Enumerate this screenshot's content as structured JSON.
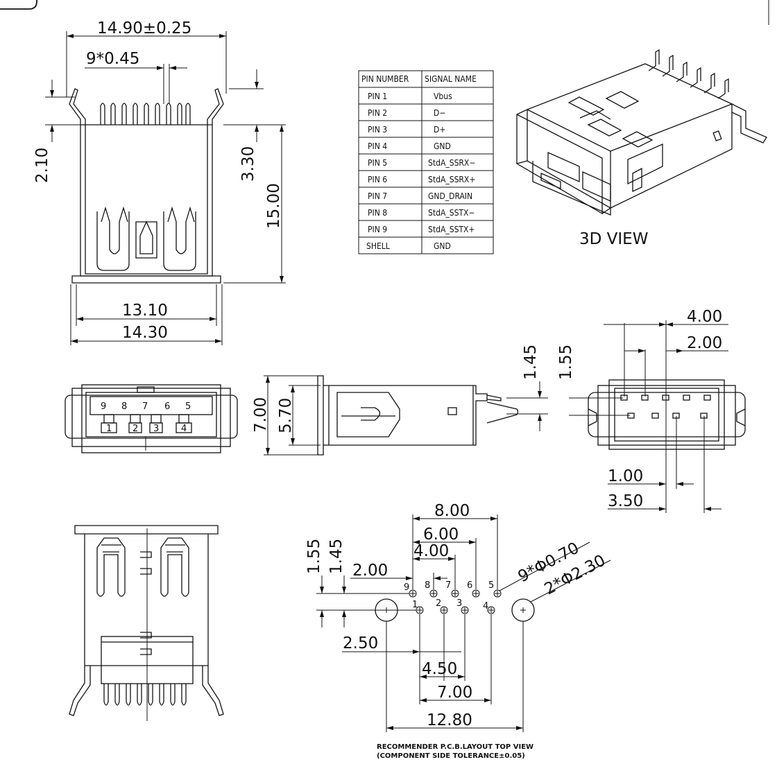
{
  "dimensions": {
    "overall_width": "14.90±0.25",
    "pin_pitch_count": "9*0.45",
    "pin_length_left": "2.10",
    "pin_length_right": "3.30",
    "overall_height": "15.00",
    "inner_width": "13.10",
    "body_width": "14.30",
    "front_height_outer": "7.00",
    "front_height_inner": "5.70",
    "side_offset_a": "1.45",
    "side_offset_b": "1.55",
    "rear_pitch_4": "4.00",
    "rear_pitch_2": "2.00",
    "rear_pitch_1": "1.00",
    "rear_pitch_35": "3.50"
  },
  "pcb": {
    "dim_800": "8.00",
    "dim_600": "6.00",
    "dim_400": "4.00",
    "dim_200": "2.00",
    "dim_155": "1.55",
    "dim_145": "1.45",
    "dim_250": "2.50",
    "dim_450": "4.50",
    "dim_700": "7.00",
    "dim_1280": "12.80",
    "hole_small": "9*Φ0.70",
    "hole_large": "2*Φ2.30",
    "note_line1": "RECOMMENDER  P.C.B.LAYOUT  TOP  VIEW",
    "note_line2": "(COMPONENT  SIDE  TOLERANCE±0.05)"
  },
  "front_pins_top": [
    "9",
    "8",
    "7",
    "6",
    "5"
  ],
  "front_pins_bottom": [
    "1",
    "2",
    "3",
    "4"
  ],
  "pcb_pins_top": [
    "9",
    "8",
    "7",
    "6",
    "5"
  ],
  "pcb_pins_bottom": [
    "1",
    "2",
    "3",
    "4"
  ],
  "pin_table": {
    "headers": [
      "PIN NUMBER",
      "SIGNAL NAME"
    ],
    "rows": [
      [
        "PIN 1",
        "Vbus"
      ],
      [
        "PIN 2",
        "D−"
      ],
      [
        "PIN 3",
        "D+"
      ],
      [
        "PIN 4",
        "GND"
      ],
      [
        "PIN 5",
        "StdA_SSRX−"
      ],
      [
        "PIN 6",
        "StdA_SSRX+"
      ],
      [
        "PIN 7",
        "GND_DRAIN"
      ],
      [
        "PIN 8",
        "StdA_SSTX−"
      ],
      [
        "PIN 9",
        "StdA_SSTX+"
      ],
      [
        "SHELL",
        "GND"
      ]
    ]
  },
  "view_label_3d": "3D VIEW"
}
